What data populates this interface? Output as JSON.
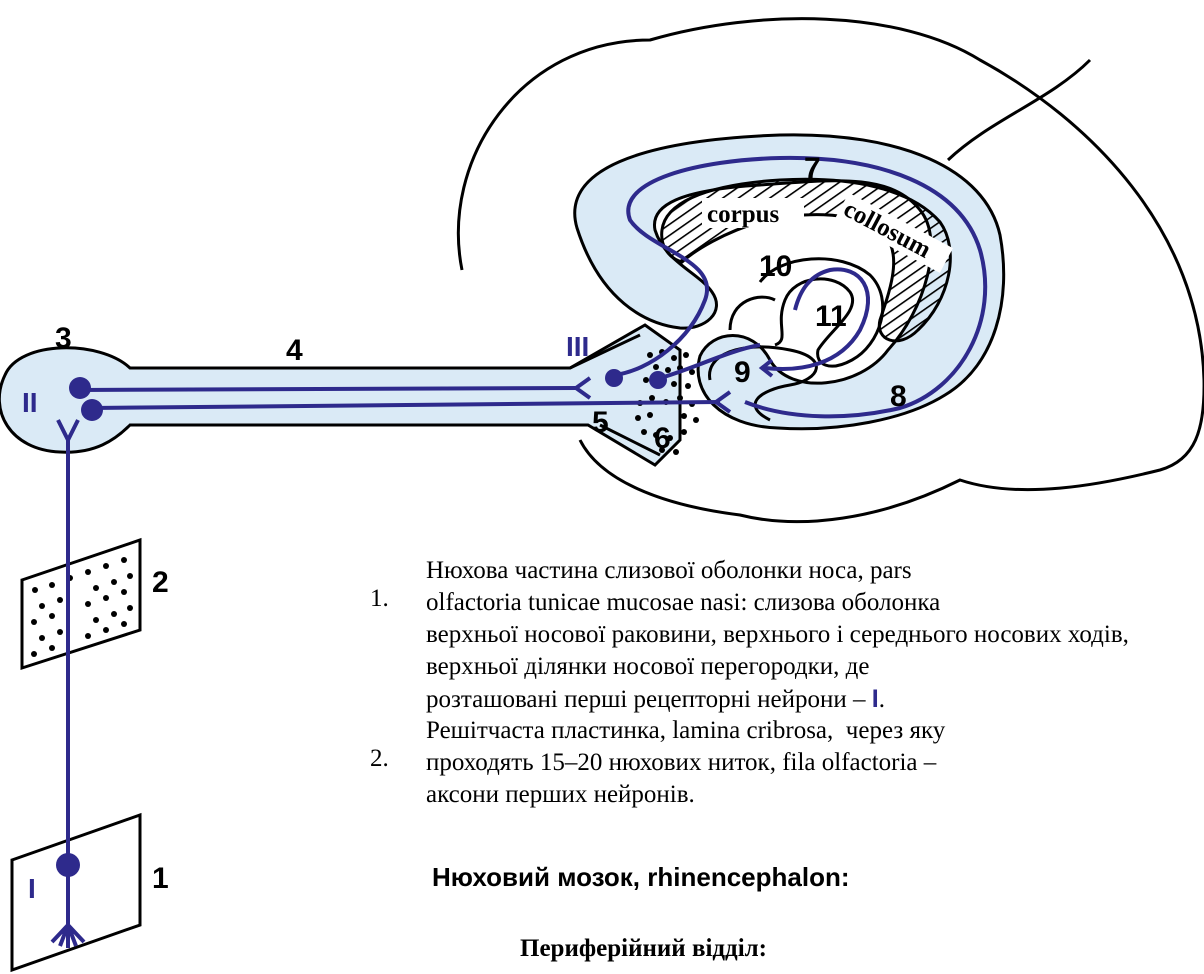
{
  "labels": {
    "n1": "1",
    "n2": "2",
    "n3": "3",
    "n4": "4",
    "n5": "5",
    "n6": "6",
    "n7": "7",
    "n8": "8",
    "n9": "9",
    "n10": "10",
    "n11": "11",
    "r1": "I",
    "r2": "II",
    "r3": "III",
    "corpus": "corpus",
    "collosum": "collosum"
  },
  "legend": {
    "item1": {
      "index": "1.",
      "lines": [
        "Нюхова частина слизової оболонки носа, pars",
        "olfactoria tunicae mucosae nasi: слизова оболонка",
        "верхньої носової раковини, верхнього і середнього носових ходів,",
        "верхньої ділянки носової перегородки, де",
        "розташовані перші рецепторні нейрони – "
      ],
      "marker": "I",
      "end": "."
    },
    "item2": {
      "index": "2.",
      "lines": [
        "Решітчаста пластинка, lamina cribrosa,  через яку",
        "проходять 15–20 нюхових ниток, fila olfactoria –",
        "аксони перших нейронів."
      ]
    }
  },
  "heading": "Нюховий мозок, rhinencephalon:",
  "subheading": "Периферійний відділ:",
  "colors": {
    "pathway": "#2e2a8c",
    "fill": "#daeaf6",
    "outline": "#000000"
  }
}
